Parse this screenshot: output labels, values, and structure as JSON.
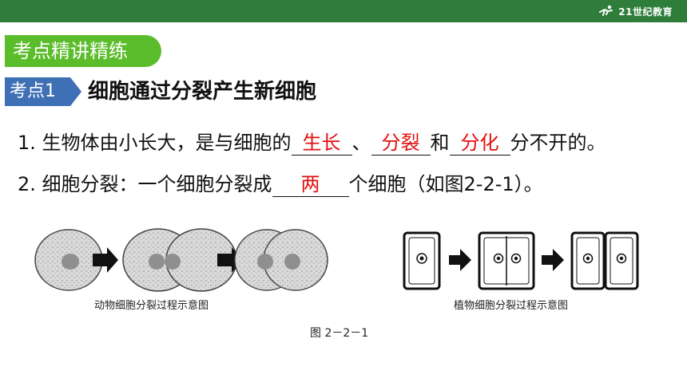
{
  "header": {
    "logo_text": "21世纪教育"
  },
  "banner": {
    "title": "考点精讲精练"
  },
  "point": {
    "tag": "考点1",
    "heading": "细胞通过分裂产生新细胞"
  },
  "line1": {
    "prefix": "1. 生物体由小长大，是与细胞的",
    "blank1": "生长",
    "sep1": "、",
    "blank2": "分裂",
    "sep2": "和",
    "blank3": "分化",
    "suffix": "分不开的。"
  },
  "line2": {
    "prefix": "2. 细胞分裂：一个细胞分裂成",
    "blank": "两",
    "suffix": "个细胞（如图2-2-1）。"
  },
  "figure": {
    "animal_caption": "动物细胞分裂过程示意图",
    "plant_caption": "植物细胞分裂过程示意图",
    "label": "图 2－2－1"
  },
  "colors": {
    "topbar": "#2f7d3a",
    "banner": "#5bbd2b",
    "tag": "#3f6fb5",
    "answer": "#e01010"
  },
  "icons": [
    "runner-logo-icon",
    "arrow-right-icon"
  ]
}
